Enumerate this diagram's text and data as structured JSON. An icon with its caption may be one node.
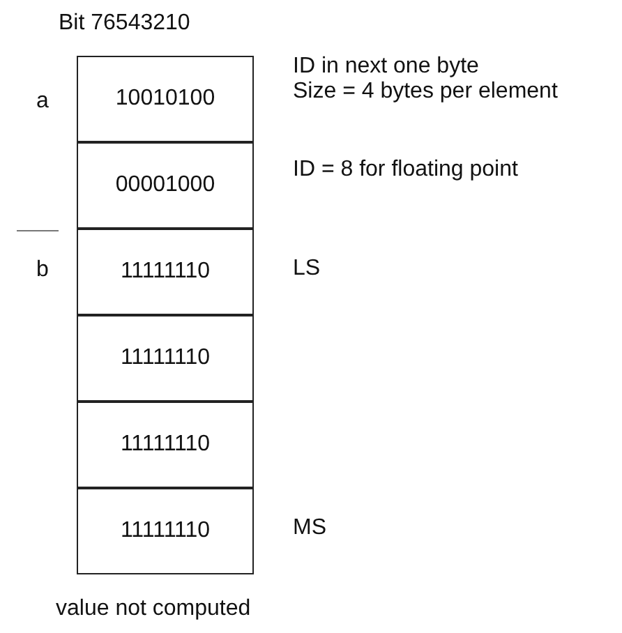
{
  "diagram": {
    "nodes": [
      {
        "text": [
          "10010100"
        ],
        "beside": [
          "ID in next one byte",
          "Size = 4 bytes per element"
        ]
      },
      {
        "text": [
          "00001000"
        ],
        "beside": [
          "ID = 8 for floating point"
        ]
      },
      {
        "text": [
          "11111110"
        ],
        "beside": [
          "LS"
        ]
      },
      {
        "text": [
          "11111110"
        ]
      },
      {
        "text": [
          "11111110"
        ]
      },
      {
        "text": [
          "11111110"
        ],
        "beside": [
          "MS"
        ]
      }
    ],
    "labels": [
      "Bit 76543210",
      "a",
      "b",
      "value not computed"
    ]
  }
}
